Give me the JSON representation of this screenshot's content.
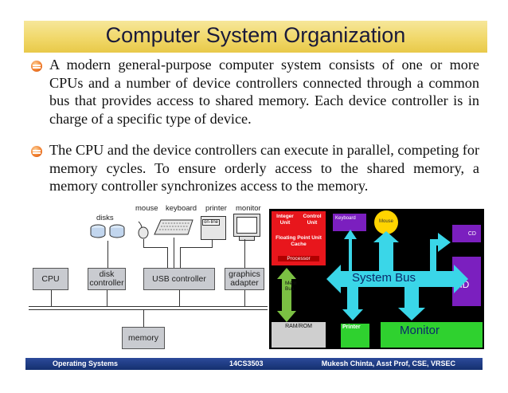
{
  "title": "Computer System Organization",
  "bullets": [
    "A modern general-purpose computer system consists of one or more CPUs and a number of device controllers connected through a common bus that provides access to shared memory. Each device controller is in charge of a specific type of device.",
    "The CPU and the device controllers can execute in parallel, competing for memory cycles. To ensure orderly access to the shared memory, a memory controller synchronizes access to the memory."
  ],
  "diagram_left": {
    "disks": "disks",
    "mouse": "mouse",
    "keyboard": "keyboard",
    "printer": "printer",
    "monitor": "monitor",
    "online": "on-line",
    "cpu": "CPU",
    "disk_controller": "disk controller",
    "usb_controller": "USB controller",
    "graphics_adapter": "graphics adapter",
    "memory": "memory"
  },
  "diagram_right": {
    "integer_unit": "Integer Unit",
    "control_unit": "Control Unit",
    "fp_unit": "Floating Point Unit Cache",
    "processor": "Processor",
    "keyboard": "Keyboard",
    "mouse": "Mouse",
    "cd": "CD",
    "hd": "HD",
    "system_bus": "System Bus",
    "mem_bus": "Mem Bus",
    "ram_rom": "RAM/ROM",
    "printer": "Printer",
    "monitor": "Monitor"
  },
  "footer": {
    "left": "Operating Systems",
    "center": "14CS3503",
    "right": "Mukesh Chinta, Asst Prof, CSE, VRSEC"
  },
  "colors": {
    "title_bar": "#f1d86a",
    "footer": "#1f3c86",
    "bus": "#3ad6e8",
    "cpu_block": "#e8161c",
    "purple": "#7b1fbf",
    "green": "#2fd12f"
  }
}
